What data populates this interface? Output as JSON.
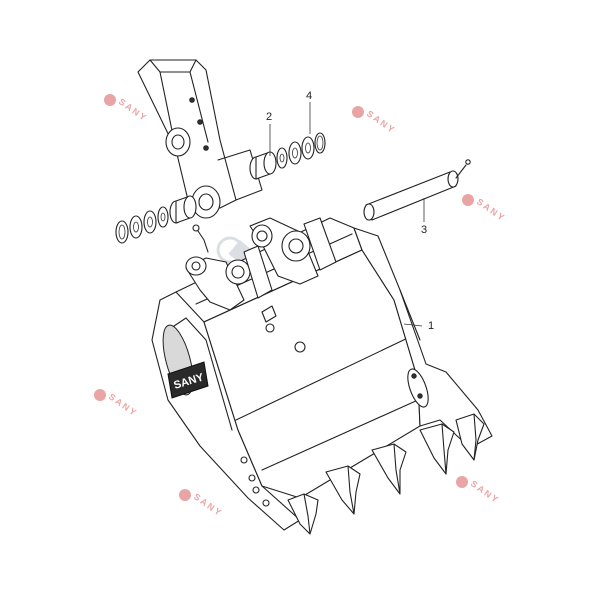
{
  "diagram": {
    "callouts": [
      "1",
      "2",
      "3",
      "4"
    ],
    "brand_plate": "SANY",
    "watermark": {
      "text": "SANY",
      "color": "#e9a5a5"
    },
    "line_color": "#222222",
    "background": "#ffffff"
  }
}
